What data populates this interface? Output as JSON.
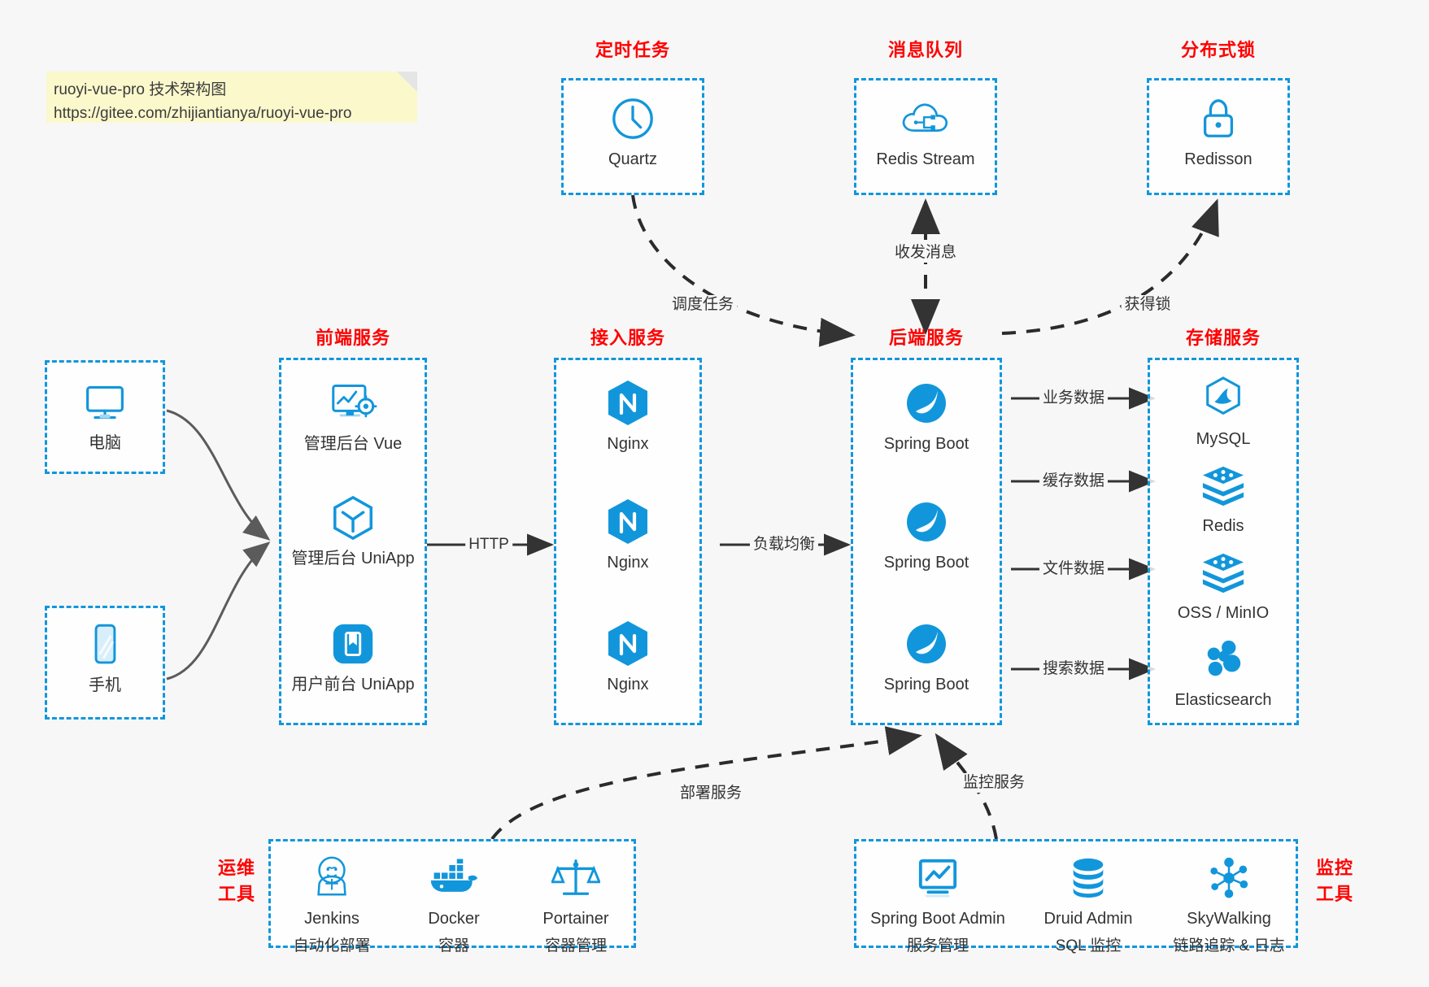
{
  "note": {
    "line1": "ruoyi-vue-pro 技术架构图",
    "line2": "https://gitee.com/zhijiantianya/ruoyi-vue-pro"
  },
  "groups": {
    "scheduled_task": "定时任务",
    "message_queue": "消息队列",
    "distributed_lock": "分布式锁",
    "frontend_service": "前端服务",
    "gateway_service": "接入服务",
    "backend_service": "后端服务",
    "storage_service": "存储服务",
    "devops_tools_line1": "运维",
    "devops_tools_line2": "工具",
    "monitor_tools_line1": "监控",
    "monitor_tools_line2": "工具"
  },
  "nodes": {
    "quartz": "Quartz",
    "redis_stream": "Redis Stream",
    "redisson": "Redisson",
    "computer": "电脑",
    "phone": "手机",
    "admin_vue": "管理后台 Vue",
    "admin_uniapp": "管理后台 UniApp",
    "user_uniapp": "用户前台 UniApp",
    "nginx1": "Nginx",
    "nginx2": "Nginx",
    "nginx3": "Nginx",
    "springboot1": "Spring Boot",
    "springboot2": "Spring Boot",
    "springboot3": "Spring Boot",
    "mysql": "MySQL",
    "redis": "Redis",
    "oss_minio": "OSS / MinIO",
    "elasticsearch": "Elasticsearch",
    "jenkins": "Jenkins",
    "jenkins_sub": "自动化部署",
    "docker": "Docker",
    "docker_sub": "容器",
    "portainer": "Portainer",
    "portainer_sub": "容器管理",
    "sba": "Spring Boot Admin",
    "sba_sub": "服务管理",
    "druid": "Druid Admin",
    "druid_sub": "SQL 监控",
    "skywalking": "SkyWalking",
    "skywalking_sub": "链路追踪 & 日志"
  },
  "edges": {
    "http": "HTTP",
    "load_balance": "负载均衡",
    "schedule_task": "调度任务",
    "send_receive_message": "收发消息",
    "acquire_lock": "获得锁",
    "business_data": "业务数据",
    "cache_data": "缓存数据",
    "file_data": "文件数据",
    "search_data": "搜索数据",
    "deploy_service": "部署服务",
    "monitor_service": "监控服务"
  },
  "colors": {
    "accent": "#1296db",
    "title": "#ff0000",
    "note_bg": "#fbf8cc",
    "canvas": "#f7f7f7",
    "arrow": "#333333",
    "grey_arrow": "#555555"
  }
}
